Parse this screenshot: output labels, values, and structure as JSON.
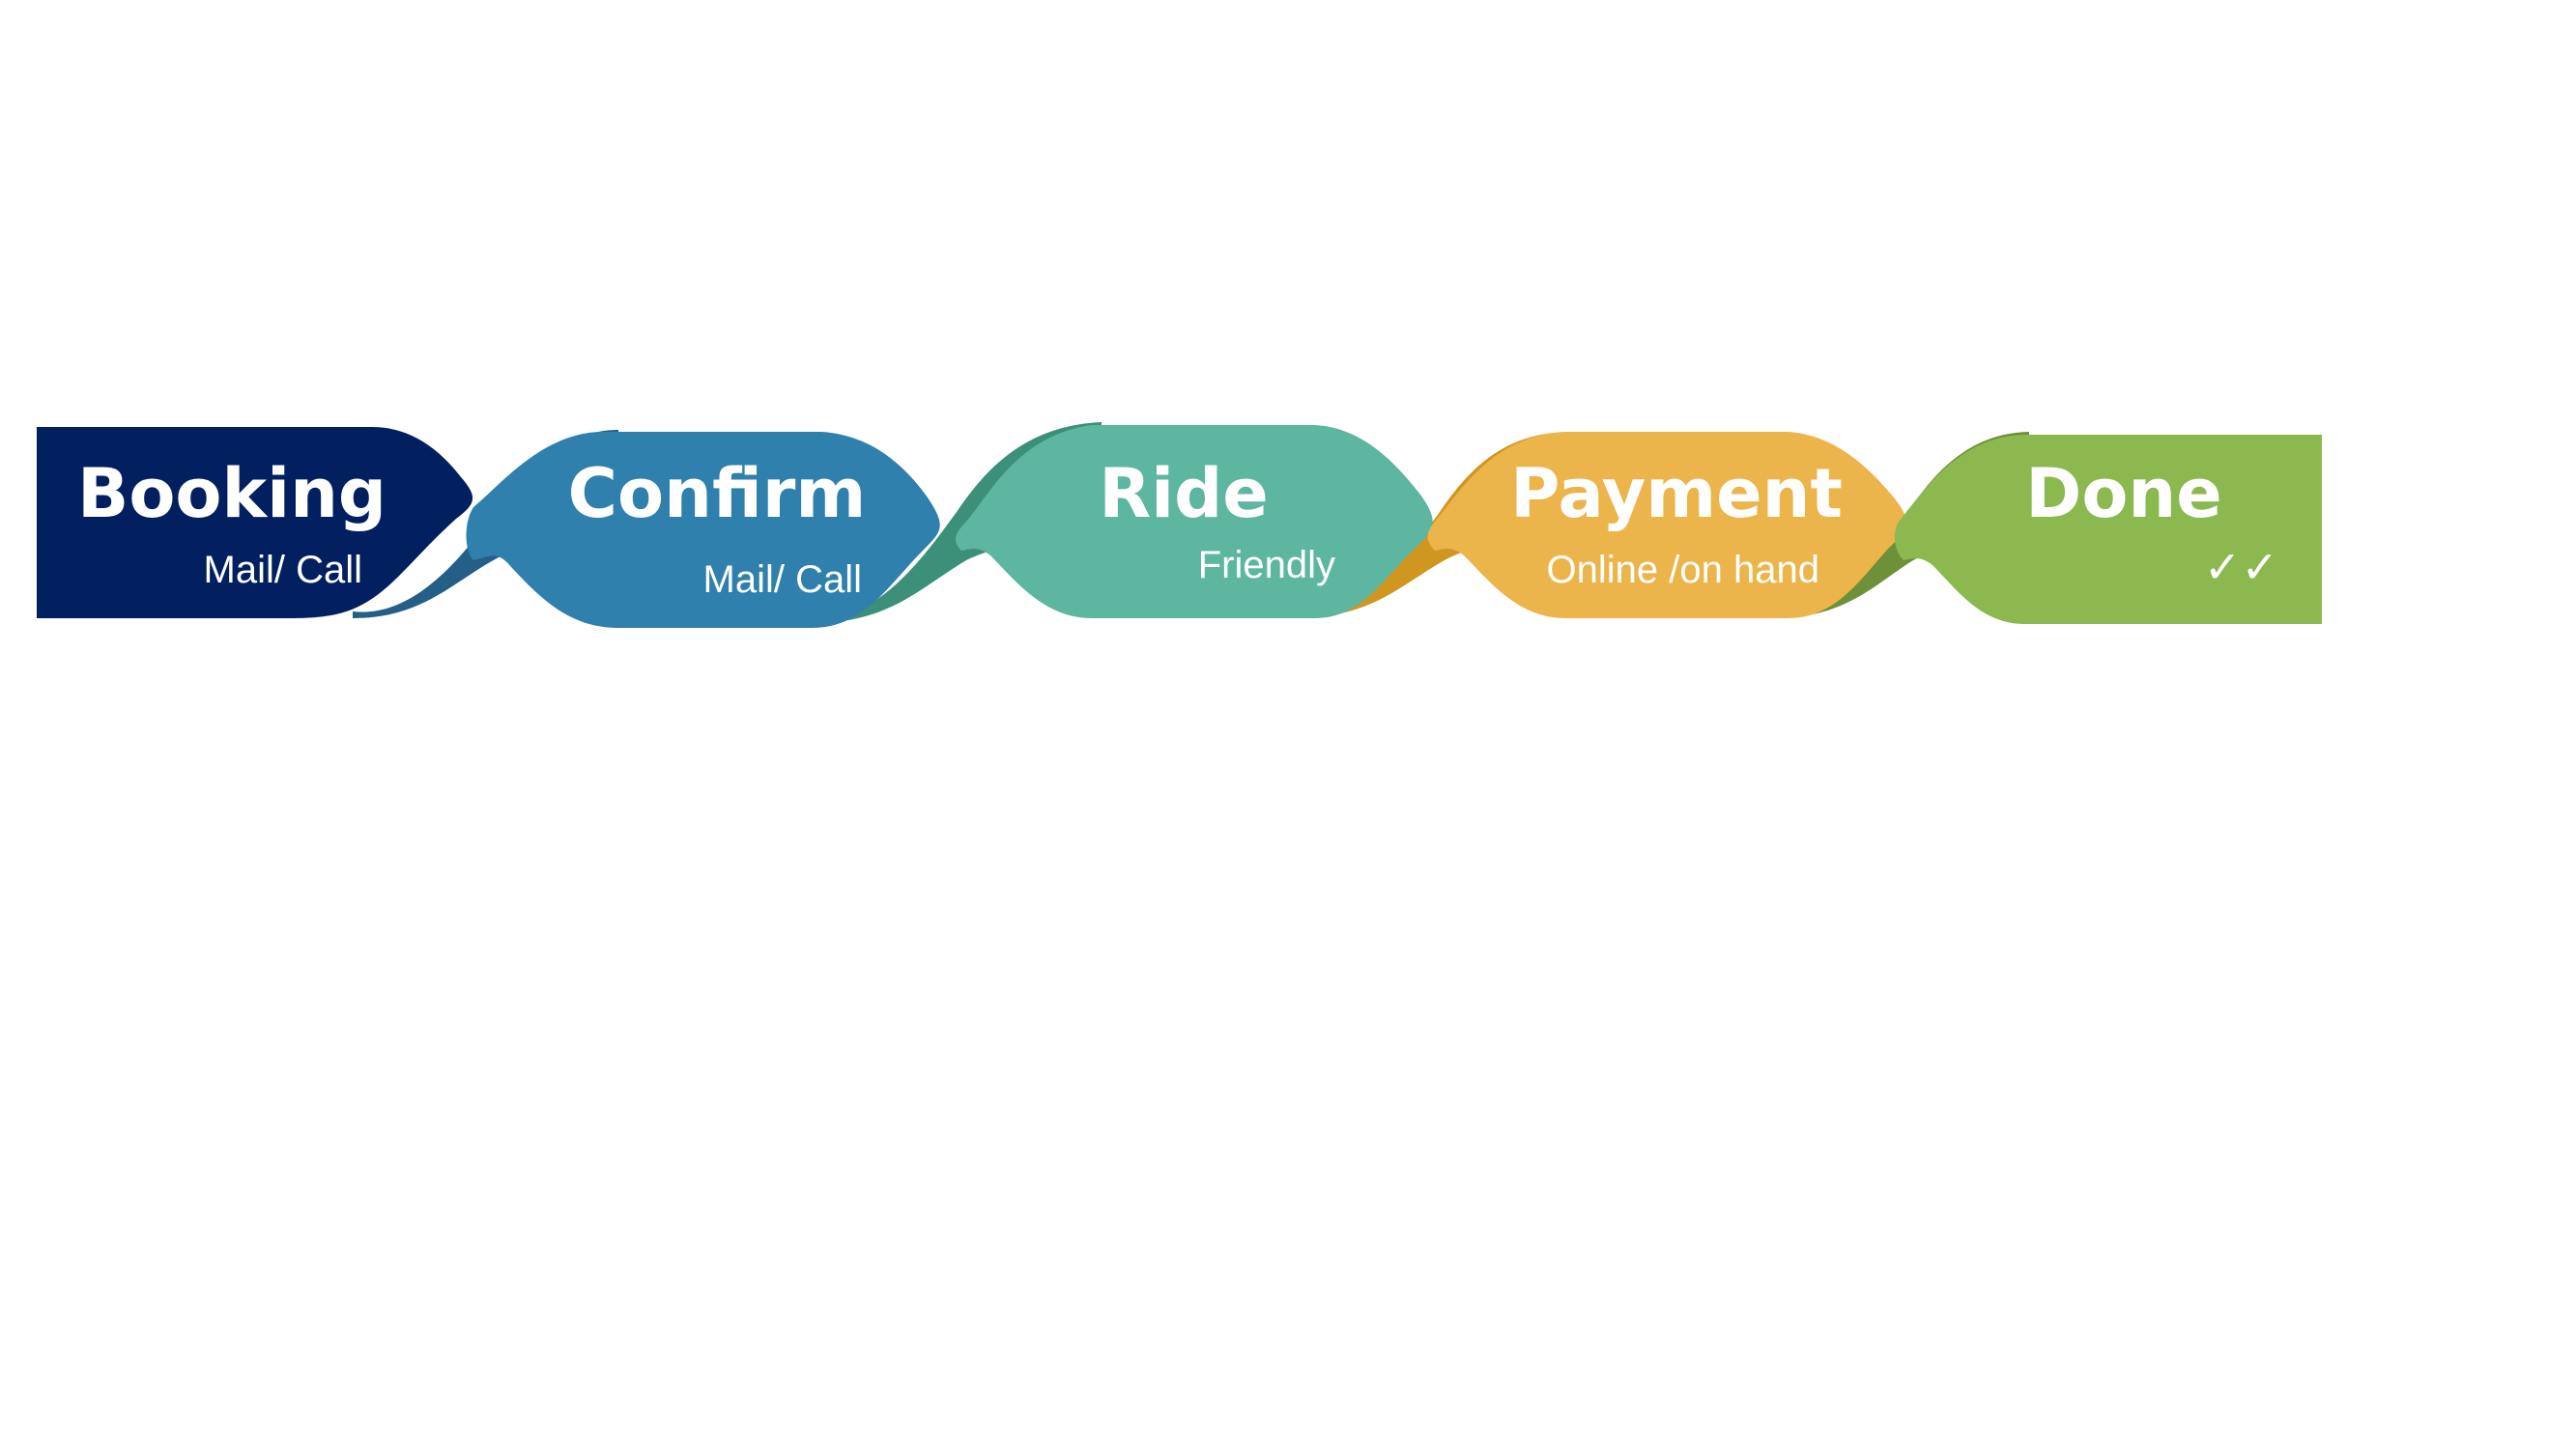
{
  "steps": [
    {
      "title": "Booking",
      "subtitle": "Mail/ Call",
      "color": "#022060",
      "shade": "#1f4e79"
    },
    {
      "title": "Confirm",
      "subtitle": "Mail/ Call",
      "color": "#2f80ac",
      "shade": "#245f87"
    },
    {
      "title": "Ride",
      "subtitle": "Friendly",
      "color": "#5db6a0",
      "shade": "#3c907a"
    },
    {
      "title": "Payment",
      "subtitle": "Online /on hand",
      "color": "#ecb54b",
      "shade": "#cf9620"
    },
    {
      "title": "Done",
      "subtitle": "✓✓",
      "color": "#8bb84f",
      "shade": "#6c9139"
    }
  ]
}
